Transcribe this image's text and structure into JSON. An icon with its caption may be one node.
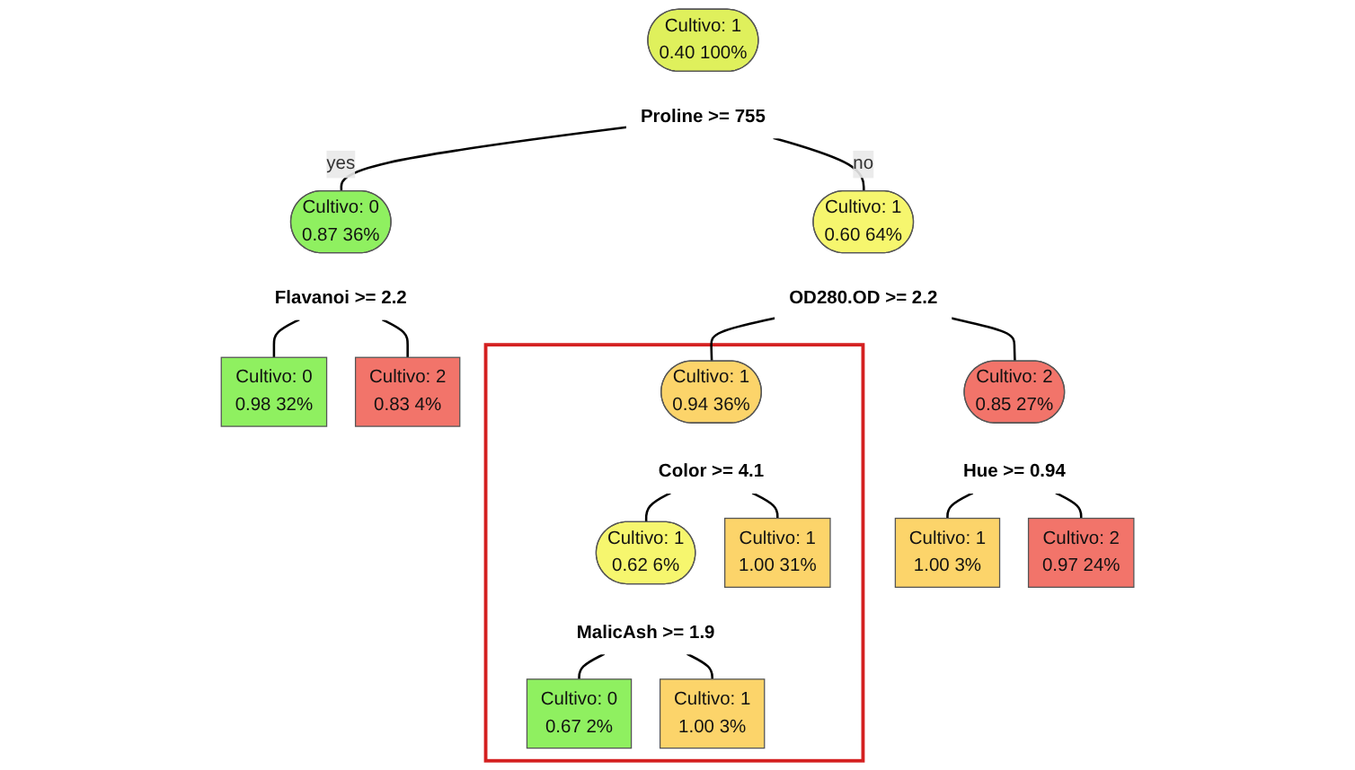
{
  "diagram": {
    "nodes": [
      {
        "text": [
          "Cultivo: 1",
          "0.40 100%"
        ]
      },
      {
        "text": [
          "Proline >= 755"
        ]
      },
      {
        "text": [
          "Cultivo: 0",
          "0.87 36%"
        ]
      },
      {
        "text": [
          "Cultivo: 1",
          "0.60 64%"
        ]
      },
      {
        "text": [
          "Flavanoi >= 2.2"
        ]
      },
      {
        "text": [
          "OD280.OD >= 2.2"
        ]
      },
      {
        "text": [
          "Cultivo: 0",
          "0.98 32%"
        ]
      },
      {
        "text": [
          "Cultivo: 2",
          "0.83 4%"
        ]
      },
      {
        "text": [],
        "shape": "trapezoid"
      },
      {
        "text": [
          "Cultivo: 1",
          "0.94 36%"
        ],
        "in": 8
      },
      {
        "text": [
          "Cultivo: 2",
          "0.85 27%"
        ]
      },
      {
        "text": [
          "Color >= 4.1"
        ],
        "in": 8
      },
      {
        "text": [
          "Hue >= 0.94"
        ]
      },
      {
        "text": [
          "Cultivo: 1",
          "0.62 6%"
        ],
        "in": 8
      },
      {
        "text": [
          "Cultivo: 1",
          "1.00 31%"
        ],
        "in": 8
      },
      {
        "text": [
          "Cultivo: 1",
          "1.00 3%"
        ]
      },
      {
        "text": [
          "Cultivo: 2",
          "0.97 24%"
        ]
      },
      {
        "text": [
          "MalicAsh >= 1.9"
        ],
        "in": 8
      },
      {
        "text": [
          "Cultivo: 0",
          "0.67 2%"
        ],
        "in": 8
      },
      {
        "text": [
          "Cultivo: 1",
          "1.00 3%"
        ],
        "in": 8
      }
    ],
    "edges": [
      {
        "from": 1,
        "to": 2,
        "arrow": "none",
        "label": "yes"
      },
      {
        "from": 1,
        "to": 3,
        "arrow": "none",
        "label": "no"
      },
      {
        "from": 4,
        "to": 6,
        "arrow": "none"
      },
      {
        "from": 4,
        "to": 7,
        "arrow": "none"
      },
      {
        "from": 5,
        "to": 9,
        "arrow": "none"
      },
      {
        "from": 5,
        "to": 10,
        "arrow": "none"
      },
      {
        "from": 11,
        "to": 13,
        "arrow": "none"
      },
      {
        "from": 11,
        "to": 14,
        "arrow": "none"
      },
      {
        "from": 12,
        "to": 15,
        "arrow": "none"
      },
      {
        "from": 12,
        "to": 16,
        "arrow": "none"
      },
      {
        "from": 17,
        "to": 18,
        "arrow": "none"
      },
      {
        "from": 17,
        "to": 19,
        "arrow": "none"
      }
    ]
  }
}
